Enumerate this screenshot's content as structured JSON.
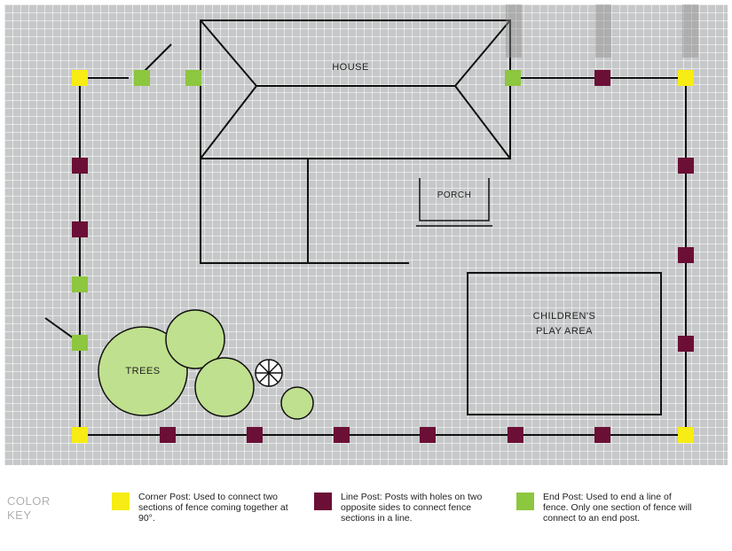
{
  "colors": {
    "corner_post": "#f7ec13",
    "line_post": "#6b0f36",
    "end_post": "#8dc63f",
    "tree_fill": "#bfe08e",
    "grid_background": "#c6c7c8"
  },
  "plan": {
    "house_label": "HOUSE",
    "porch_label": "PORCH",
    "play_area_line1": "CHILDREN'S",
    "play_area_line2": "PLAY AREA",
    "trees_label": "TREES"
  },
  "color_key": {
    "title": "COLOR KEY",
    "items": [
      {
        "type": "corner",
        "icon": "yellow-square",
        "text": "Corner Post: Used to connect two sections of fence coming together at 90°."
      },
      {
        "type": "line",
        "icon": "maroon-square",
        "text": "Line Post: Posts with holes on two opposite sides to connect fence sections in a line."
      },
      {
        "type": "end",
        "icon": "green-square",
        "text": "End Post: Used to end a line of fence. Only one section of fence will connect to an end post."
      }
    ]
  }
}
